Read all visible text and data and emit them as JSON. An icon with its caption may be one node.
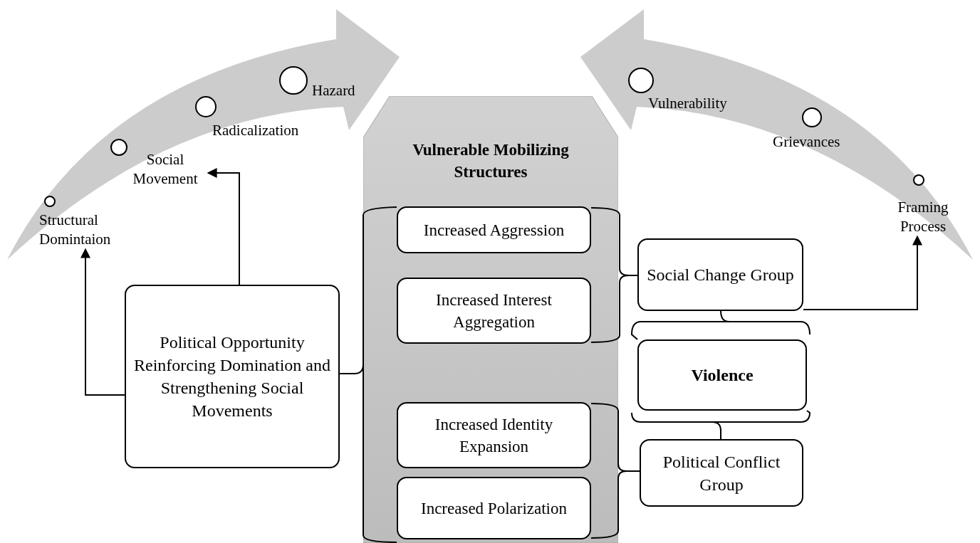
{
  "diagram": {
    "nodes": [
      {
        "text": [
          "Structural Domintaion"
        ]
      },
      {
        "text": [
          "Social Movement"
        ]
      },
      {
        "text": [
          "Radicalization"
        ]
      },
      {
        "text": [
          "Hazard"
        ]
      },
      {
        "text": [
          "Vulnerability"
        ]
      },
      {
        "text": [
          "Grievances"
        ]
      },
      {
        "text": [
          "Framing Process"
        ]
      },
      {
        "text": [
          "Vulnerable Mobilizing Structures"
        ]
      },
      {
        "text": [
          "Increased Aggression"
        ],
        "in": 7
      },
      {
        "text": [
          "Increased Interest Aggregation"
        ],
        "in": 7
      },
      {
        "text": [
          "Increased Identity Expansion"
        ],
        "in": 7
      },
      {
        "text": [
          "Increased Polarization"
        ],
        "in": 7
      },
      {
        "text": [
          "Political Opportunity Reinforcing Domination and Strengthening Social Movements"
        ]
      },
      {
        "text": [
          "Social Change Group"
        ]
      },
      {
        "text": [
          "Violence"
        ]
      },
      {
        "text": [
          "Political Conflict Group"
        ]
      }
    ],
    "edges": [
      {
        "from": 12,
        "to": 0,
        "arrow": "to"
      },
      {
        "from": 12,
        "to": 1,
        "arrow": "to"
      },
      {
        "from": 12,
        "to": 7,
        "arrow": "none"
      },
      {
        "from": 8,
        "to": 13,
        "arrow": "none"
      },
      {
        "from": 9,
        "to": 13,
        "arrow": "none"
      },
      {
        "from": 10,
        "to": 15,
        "arrow": "none"
      },
      {
        "from": 11,
        "to": 15,
        "arrow": "none"
      },
      {
        "from": 13,
        "to": 14,
        "arrow": "none"
      },
      {
        "from": 14,
        "to": 15,
        "arrow": "none"
      },
      {
        "from": 13,
        "to": 6,
        "arrow": "to"
      }
    ]
  }
}
